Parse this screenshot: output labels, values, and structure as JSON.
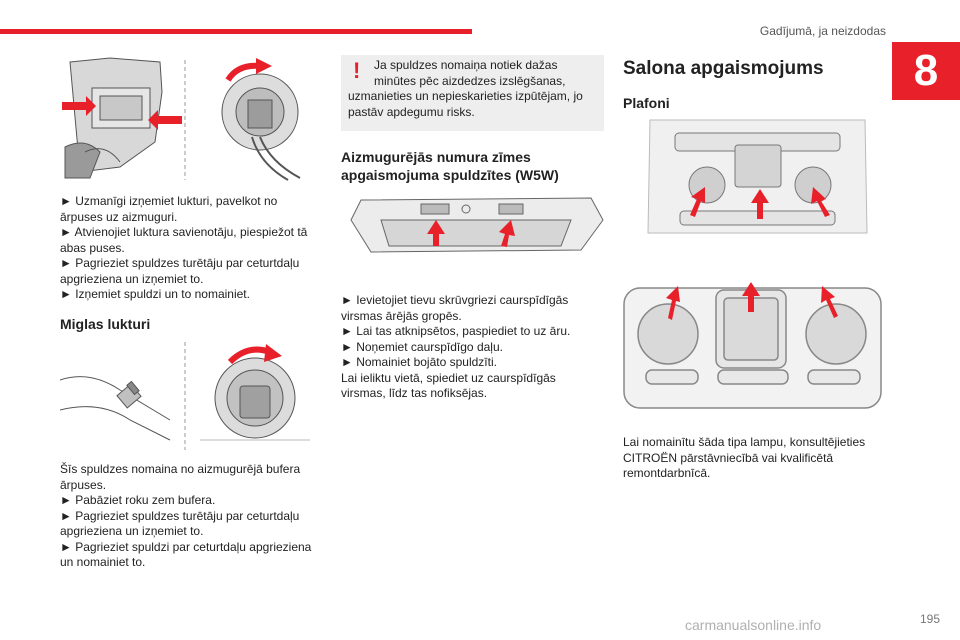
{
  "header": {
    "title": "Gadījumā, ja neizdodas",
    "chapter": "8",
    "page_number": "195"
  },
  "watermark": "carmanualsonline.info",
  "col1": {
    "steps1": [
      "► Uzmanīgi izņemiet lukturi, pavelkot no",
      "ārpuses uz aizmuguri.",
      "► Atvienojiet luktura savienotāju, piespiežot tā",
      "abas puses.",
      "► Pagrieziet spuldzes turētāju par ceturtdaļu",
      "apgrieziena un izņemiet to.",
      "► Izņemiet spuldzi un to nomainiet."
    ],
    "heading_fog": "Miglas lukturi",
    "steps2": [
      "Šīs spuldzes nomaina no aizmugurējā bufera",
      "ārpuses.",
      "► Pabāziet roku zem bufera.",
      "► Pagrieziet spuldzes turētāju par ceturtdaļu",
      "apgrieziena un izņemiet to.",
      "► Pagrieziet spuldzi par ceturtdaļu apgrieziena",
      "un nomainiet to."
    ]
  },
  "col2": {
    "warning": [
      "Ja spuldzes nomaiņa notiek dažas",
      "minūtes pēc aizdedzes izslēgšanas,",
      "uzmanieties un nepieskarieties izpūtējam, jo",
      "pastāv apdegumu risks."
    ],
    "warning_mark": "!",
    "heading_plate": [
      "Aizmugurējās numura zīmes",
      "apgaismojuma spuldzītes (W5W)"
    ],
    "steps": [
      "► Ievietojiet tievu skrūvgriezi caurspīdīgās",
      "virsmas ārējās gropēs.",
      "► Lai tas atknipsētos, paspiediet to uz āru.",
      "► Noņemiet caurspīdīgo daļu.",
      "► Nomainiet bojāto spuldzīti.",
      "Lai ieliktu vietā, spiediet uz caurspīdīgās",
      "virsmas, līdz tas nofiksējas."
    ]
  },
  "col3": {
    "heading_main": "Salona apgaismojums",
    "subheading": "Plafoni",
    "text": [
      "Lai nomainītu šāda tipa lampu, konsultējieties",
      "CITROËN pārstāvniecībā vai kvalificētā",
      "remontdarbnīcā."
    ]
  },
  "colors": {
    "accent": "#e8202a",
    "text": "#222222",
    "warning_bg": "#eeeeee"
  }
}
